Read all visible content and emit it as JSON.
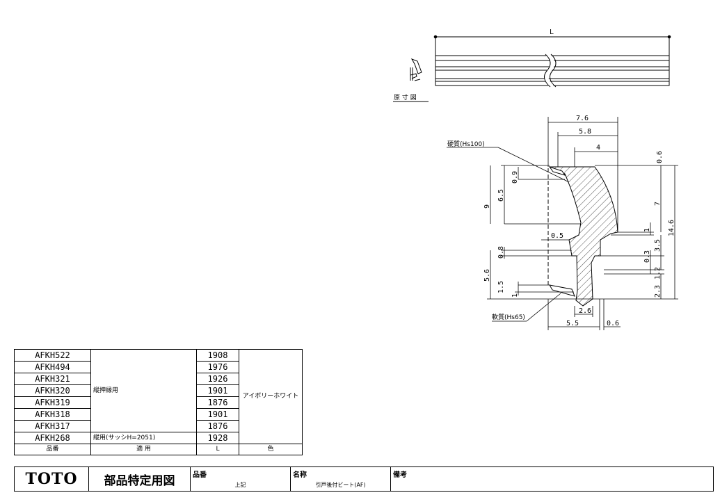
{
  "drawing": {
    "actual_size_label": "原 寸 図",
    "length_label": "L",
    "hard_material": "硬質(Hs100)",
    "soft_material": "軟質(Hs65)",
    "dims": {
      "d7_6": "7.6",
      "d5_8": "5.8",
      "d4": "4",
      "d0_6_top": "0.6",
      "d0_9": "0.9",
      "d6_5": "6.5",
      "d9": "9",
      "d7": "7",
      "d14_6": "14.6",
      "d1_a": "1",
      "d0_5": "0.5",
      "d3_5": "3.5",
      "d0_8": "0.8",
      "d0_3": "0.3",
      "d5_6": "5.6",
      "d1_2": "1.2",
      "d1_5": "1.5",
      "d1_b": "1",
      "d2_3": "2.3",
      "d2_6": "2.6",
      "d5_5": "5.5",
      "d0_6_bot": "0.6"
    }
  },
  "parts_table": {
    "rows": [
      {
        "code": "AFKH522",
        "length": "1908"
      },
      {
        "code": "AFKH494",
        "length": "1976"
      },
      {
        "code": "AFKH321",
        "length": "1926"
      },
      {
        "code": "AFKH320",
        "length": "1901"
      },
      {
        "code": "AFKH319",
        "length": "1876"
      },
      {
        "code": "AFKH318",
        "length": "1901"
      },
      {
        "code": "AFKH317",
        "length": "1876"
      },
      {
        "code": "AFKH268",
        "length": "1928"
      }
    ],
    "use_group": "縦押縁用",
    "use_last": "縦用(サッシH=2051)",
    "color": "アイボリーホワイト",
    "headers": {
      "code": "品番",
      "use": "適 用",
      "length": "L",
      "color": "色"
    }
  },
  "title_block": {
    "logo": "TOTO",
    "title": "部品特定用図",
    "part_no_label": "品番",
    "part_no_value": "上記",
    "name_label": "名称",
    "name_value": "引戸後付ビート(AF)",
    "remarks_label": "備考"
  }
}
